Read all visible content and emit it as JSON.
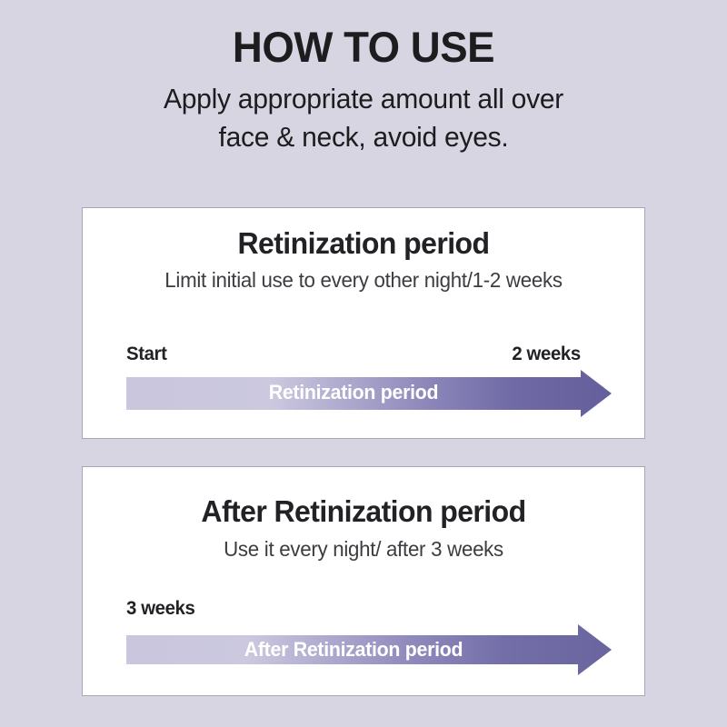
{
  "background_color": "#d8d5e3",
  "header": {
    "title": "HOW TO USE",
    "subtitle_line_1": "Apply appropriate amount all over",
    "subtitle_line_2": "face & neck, avoid eyes."
  },
  "cards": [
    {
      "heading": "Retinization period",
      "subheading": "Limit initial use to every other night/1-2 weeks",
      "timeline": {
        "start_label": "Start",
        "end_label": "2 weeks",
        "arrow_label": "Retinization period",
        "gradient_start": "#c9c6de",
        "gradient_end": "#645f9c"
      }
    },
    {
      "heading": "After Retinization period",
      "subheading": "Use it every night/ after 3 weeks",
      "timeline": {
        "start_label": "3 weeks",
        "end_label": "",
        "arrow_label": "After Retinization period",
        "gradient_start": "#c9c6de",
        "gradient_end": "#6a659f"
      }
    }
  ],
  "colors": {
    "card_background": "#ffffff",
    "card_border": "#a8a6b4",
    "heading_text": "#222226",
    "body_text": "#3c3c41",
    "arrow_text": "#ffffff"
  }
}
